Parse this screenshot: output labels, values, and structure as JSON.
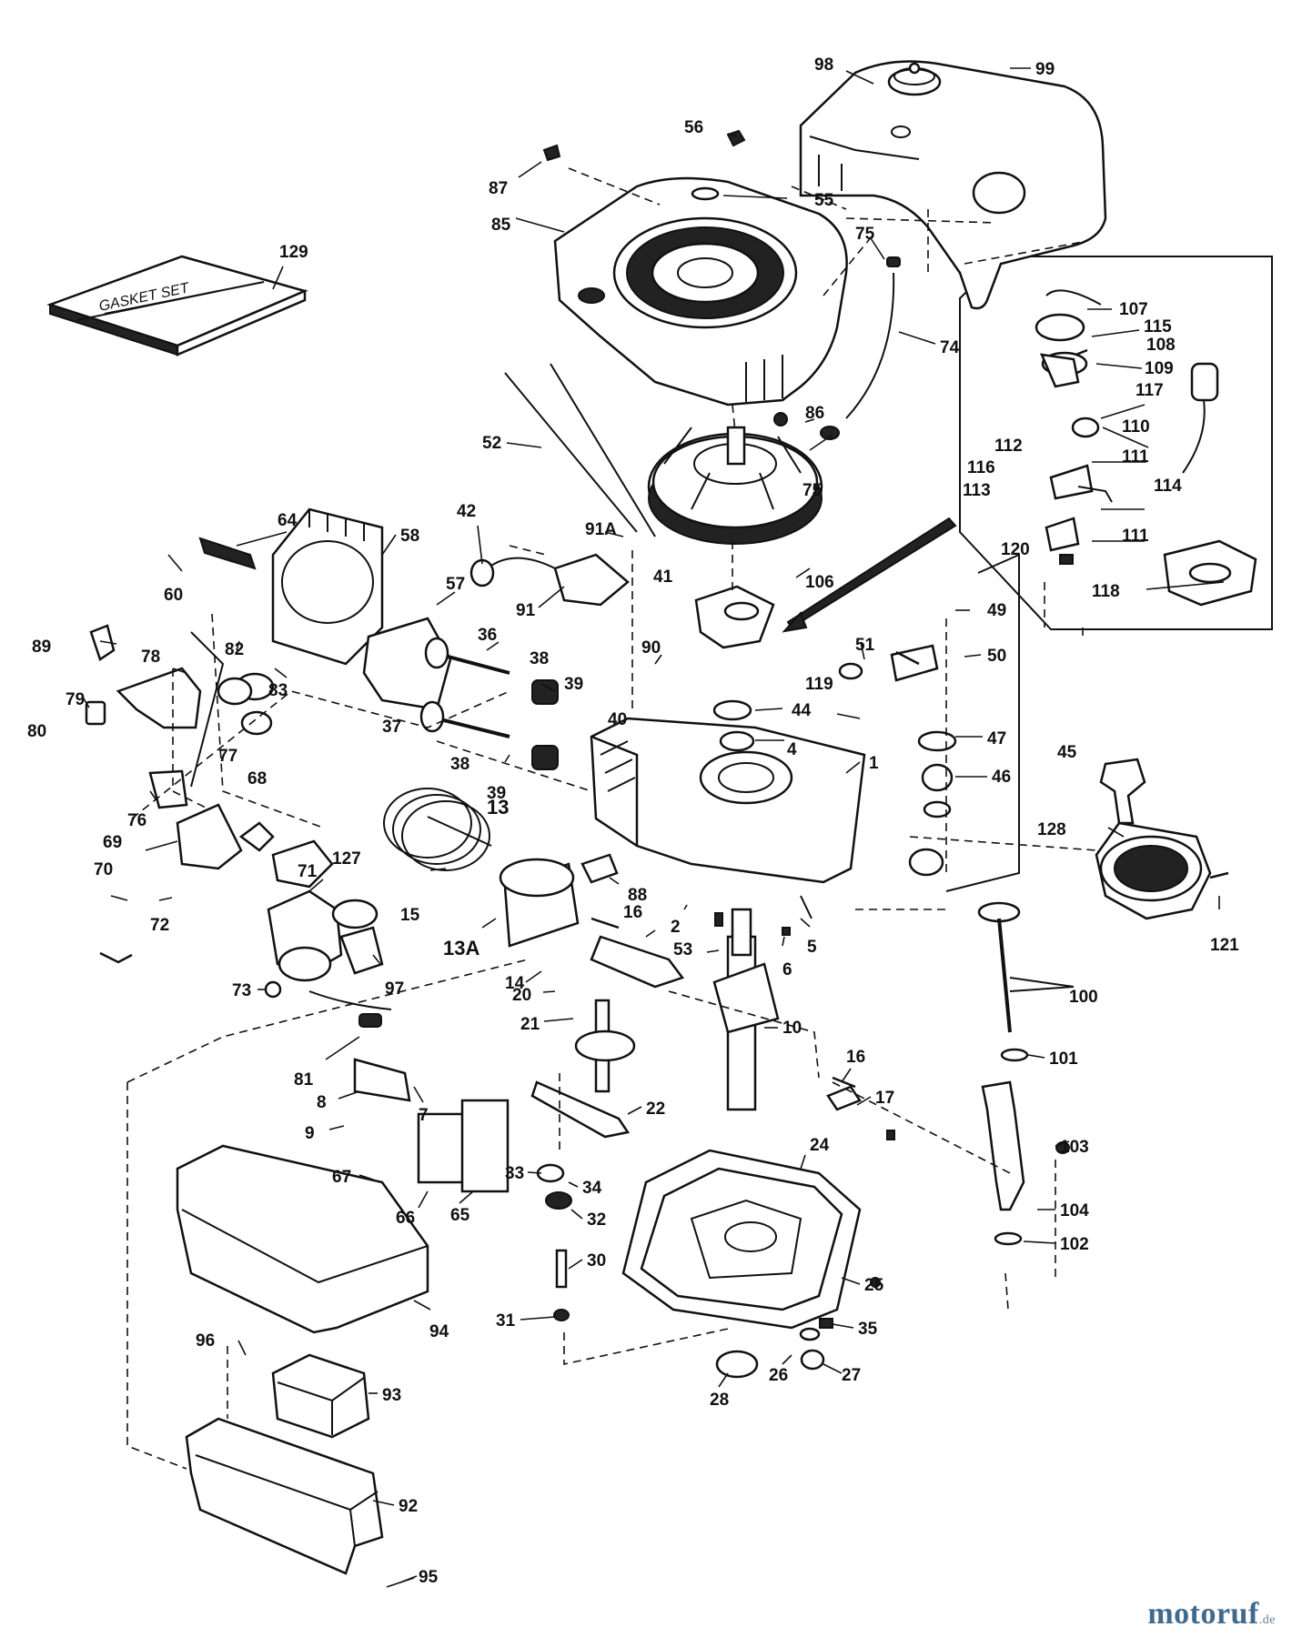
{
  "gasket_set_label": "GASKET SET",
  "watermark": {
    "name": "motoruf",
    "tld": ".de"
  },
  "callouts": [
    {
      "id": "p98",
      "text": "98"
    },
    {
      "id": "p99",
      "text": "99"
    },
    {
      "id": "p56",
      "text": "56"
    },
    {
      "id": "p87",
      "text": "87"
    },
    {
      "id": "p55",
      "text": "55"
    },
    {
      "id": "p85",
      "text": "85"
    },
    {
      "id": "p75a",
      "text": "75"
    },
    {
      "id": "p129",
      "text": "129"
    },
    {
      "id": "p74",
      "text": "74"
    },
    {
      "id": "p107",
      "text": "107"
    },
    {
      "id": "p115",
      "text": "115"
    },
    {
      "id": "p108",
      "text": "108"
    },
    {
      "id": "p109",
      "text": "109"
    },
    {
      "id": "p117",
      "text": "117"
    },
    {
      "id": "p110",
      "text": "110"
    },
    {
      "id": "p112",
      "text": "112"
    },
    {
      "id": "p111a",
      "text": "111"
    },
    {
      "id": "p116",
      "text": "116"
    },
    {
      "id": "p113",
      "text": "113"
    },
    {
      "id": "p114",
      "text": "114"
    },
    {
      "id": "p111b",
      "text": "111"
    },
    {
      "id": "p120",
      "text": "120"
    },
    {
      "id": "p118",
      "text": "118"
    },
    {
      "id": "p86",
      "text": "86"
    },
    {
      "id": "p52",
      "text": "52"
    },
    {
      "id": "p75b",
      "text": "75"
    },
    {
      "id": "p42",
      "text": "42"
    },
    {
      "id": "p64",
      "text": "64"
    },
    {
      "id": "p58",
      "text": "58"
    },
    {
      "id": "p91A",
      "text": "91A"
    },
    {
      "id": "p60",
      "text": "60"
    },
    {
      "id": "p106",
      "text": "106"
    },
    {
      "id": "p41",
      "text": "41"
    },
    {
      "id": "p91",
      "text": "91"
    },
    {
      "id": "p57",
      "text": "57"
    },
    {
      "id": "p49",
      "text": "49"
    },
    {
      "id": "p89",
      "text": "89"
    },
    {
      "id": "p82",
      "text": "82"
    },
    {
      "id": "p36",
      "text": "36"
    },
    {
      "id": "p90",
      "text": "90"
    },
    {
      "id": "p51",
      "text": "51"
    },
    {
      "id": "p50",
      "text": "50"
    },
    {
      "id": "p78",
      "text": "78"
    },
    {
      "id": "p83",
      "text": "83"
    },
    {
      "id": "p38a",
      "text": "38"
    },
    {
      "id": "p119",
      "text": "119"
    },
    {
      "id": "p79",
      "text": "79"
    },
    {
      "id": "p39a",
      "text": "39"
    },
    {
      "id": "p80",
      "text": "80"
    },
    {
      "id": "p44",
      "text": "44"
    },
    {
      "id": "p37",
      "text": "37"
    },
    {
      "id": "p40",
      "text": "40"
    },
    {
      "id": "p47",
      "text": "47"
    },
    {
      "id": "p77",
      "text": "77"
    },
    {
      "id": "p4",
      "text": "4"
    },
    {
      "id": "p45",
      "text": "45"
    },
    {
      "id": "p38b",
      "text": "38"
    },
    {
      "id": "p68",
      "text": "68"
    },
    {
      "id": "p39b",
      "text": "39"
    },
    {
      "id": "p46",
      "text": "46"
    },
    {
      "id": "p1",
      "text": "1"
    },
    {
      "id": "p76",
      "text": "76"
    },
    {
      "id": "p13",
      "text": "13"
    },
    {
      "id": "p128",
      "text": "128"
    },
    {
      "id": "p69",
      "text": "69"
    },
    {
      "id": "p127",
      "text": "127"
    },
    {
      "id": "p71",
      "text": "71"
    },
    {
      "id": "p70",
      "text": "70"
    },
    {
      "id": "p88",
      "text": "88"
    },
    {
      "id": "p15",
      "text": "15"
    },
    {
      "id": "p72",
      "text": "72"
    },
    {
      "id": "p2",
      "text": "2"
    },
    {
      "id": "p16a",
      "text": "16"
    },
    {
      "id": "p5",
      "text": "5"
    },
    {
      "id": "p121",
      "text": "121"
    },
    {
      "id": "p13A",
      "text": "13A"
    },
    {
      "id": "p53",
      "text": "53"
    },
    {
      "id": "p6",
      "text": "6"
    },
    {
      "id": "p14",
      "text": "14"
    },
    {
      "id": "p73",
      "text": "73"
    },
    {
      "id": "p97",
      "text": "97"
    },
    {
      "id": "p100",
      "text": "100"
    },
    {
      "id": "p20",
      "text": "20"
    },
    {
      "id": "p10",
      "text": "10"
    },
    {
      "id": "p21",
      "text": "21"
    },
    {
      "id": "p101",
      "text": "101"
    },
    {
      "id": "p81",
      "text": "81"
    },
    {
      "id": "p16b",
      "text": "16"
    },
    {
      "id": "p17",
      "text": "17"
    },
    {
      "id": "p8",
      "text": "8"
    },
    {
      "id": "p22",
      "text": "22"
    },
    {
      "id": "p7",
      "text": "7"
    },
    {
      "id": "p9",
      "text": "9"
    },
    {
      "id": "p103",
      "text": "103"
    },
    {
      "id": "p24",
      "text": "24"
    },
    {
      "id": "p67",
      "text": "67"
    },
    {
      "id": "p33",
      "text": "33"
    },
    {
      "id": "p34",
      "text": "34"
    },
    {
      "id": "p104",
      "text": "104"
    },
    {
      "id": "p66",
      "text": "66"
    },
    {
      "id": "p65",
      "text": "65"
    },
    {
      "id": "p32",
      "text": "32"
    },
    {
      "id": "p102",
      "text": "102"
    },
    {
      "id": "p30",
      "text": "30"
    },
    {
      "id": "p25",
      "text": "25"
    },
    {
      "id": "p94",
      "text": "94"
    },
    {
      "id": "p31",
      "text": "31"
    },
    {
      "id": "p35",
      "text": "35"
    },
    {
      "id": "p96",
      "text": "96"
    },
    {
      "id": "p93",
      "text": "93"
    },
    {
      "id": "p28",
      "text": "28"
    },
    {
      "id": "p26",
      "text": "26"
    },
    {
      "id": "p27",
      "text": "27"
    },
    {
      "id": "p92",
      "text": "92"
    },
    {
      "id": "p95",
      "text": "95"
    }
  ]
}
